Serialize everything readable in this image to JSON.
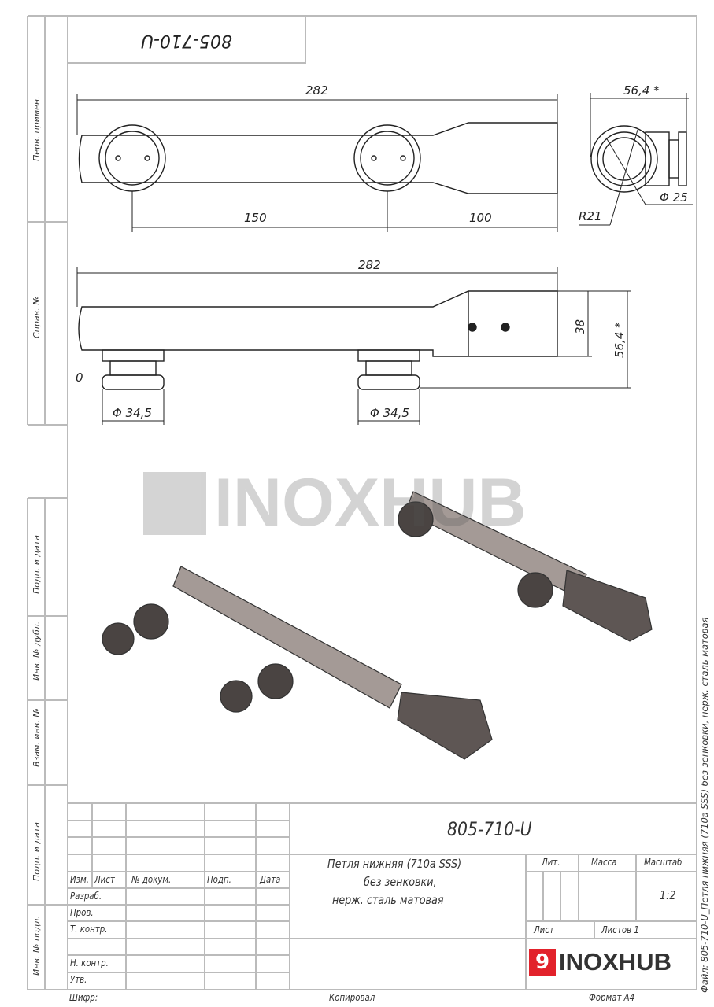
{
  "stamp_top": "805-710-U",
  "margin_labels": [
    "Перв. примен.",
    "Справ. №",
    "Подп. и дата",
    "Инв. № дубл.",
    "Взам. инв. №",
    "Подп. и дата",
    "Инв. № подл."
  ],
  "dimensions": {
    "top_length": "282",
    "spacing_150": "150",
    "spacing_100": "100",
    "side_width": "56,4 *",
    "radius": "R21",
    "diameter_25": "Φ 25",
    "front_length": "282",
    "height_38": "38",
    "height_56": "56,4 *",
    "diameter_345_a": "Φ 34,5",
    "diameter_345_b": "Φ 34,5",
    "origin": "0"
  },
  "watermark": "INOXHUB",
  "title_block": {
    "designation": "805-710-U",
    "name_lines": [
      "Петля нижняя (710a SSS)",
      "без зенковки,",
      "нерж. сталь матовая"
    ],
    "headers": {
      "izm": "Изм.",
      "list": "Лист",
      "doc": "№ докум.",
      "sign": "Подп.",
      "date": "Дата"
    },
    "roles": [
      "Разраб.",
      "Пров.",
      "Т. контр.",
      "Н. контр.",
      "Утв."
    ],
    "lit": "Лит.",
    "mass": "Масса",
    "scale_label": "Масштаб",
    "scale": "1:2",
    "sheet": "Лист",
    "sheets": "Листов 1",
    "company": "INOXHUB"
  },
  "footer": {
    "cipher": "Шифр:",
    "copied": "Копировал",
    "format": "Формат А4"
  },
  "file_label": "Файл: 805-710-U_Петля нижняя (710a SSS) без зенковки, нерж. сталь матовая",
  "colors": {
    "brand": "#e2222b",
    "line": "#bdbdbd"
  }
}
